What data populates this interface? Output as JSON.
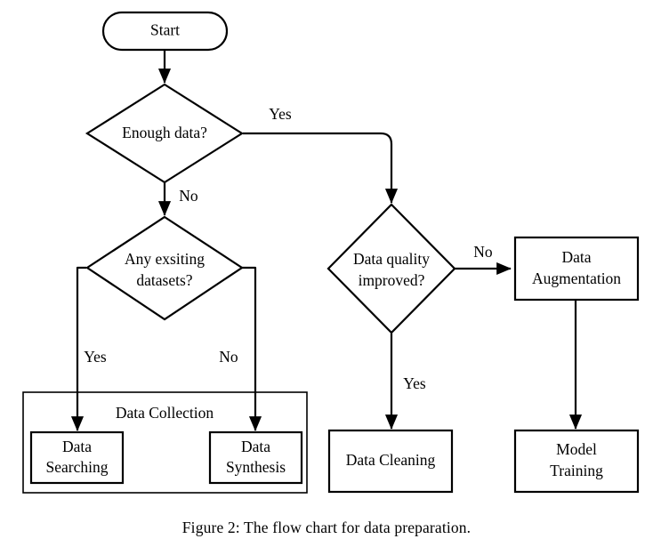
{
  "figure": {
    "caption": "Figure 2:  The flow chart for data preparation.",
    "colors": {
      "background": "#ffffff",
      "stroke": "#000000",
      "text": "#000000"
    }
  },
  "chart_data": {
    "type": "diagram",
    "title": "The flow chart for data preparation",
    "nodes": [
      {
        "id": "start",
        "label": "Start",
        "shape": "rounded-rectangle"
      },
      {
        "id": "enough-data",
        "label": "Enough data?",
        "shape": "diamond"
      },
      {
        "id": "any-datasets",
        "label": "Any exsiting\ndatasets?",
        "line1": "Any exsiting",
        "line2": "datasets?",
        "shape": "diamond"
      },
      {
        "id": "data-quality",
        "label": "Data quality\nimproved?",
        "line1": "Data quality",
        "line2": "improved?",
        "shape": "diamond"
      },
      {
        "id": "data-collection",
        "label": "Data Collection",
        "shape": "group-container"
      },
      {
        "id": "data-searching",
        "label": "Data\nSearching",
        "line1": "Data",
        "line2": "Searching",
        "shape": "rectangle"
      },
      {
        "id": "data-synthesis",
        "label": "Data\nSynthesis",
        "line1": "Data",
        "line2": "Synthesis",
        "shape": "rectangle"
      },
      {
        "id": "data-cleaning",
        "label": "Data Cleaning",
        "shape": "rectangle"
      },
      {
        "id": "data-augmentation",
        "label": "Data\nAugmentation",
        "line1": "Data",
        "line2": "Augmentation",
        "shape": "rectangle"
      },
      {
        "id": "model-training",
        "label": "Model\nTraining",
        "line1": "Model",
        "line2": "Training",
        "shape": "rectangle"
      }
    ],
    "edges": [
      {
        "from": "start",
        "to": "enough-data",
        "label": ""
      },
      {
        "from": "enough-data",
        "to": "data-quality",
        "label": "Yes"
      },
      {
        "from": "enough-data",
        "to": "any-datasets",
        "label": "No"
      },
      {
        "from": "any-datasets",
        "to": "data-searching",
        "label": "Yes"
      },
      {
        "from": "any-datasets",
        "to": "data-synthesis",
        "label": "No"
      },
      {
        "from": "data-quality",
        "to": "data-augmentation",
        "label": "No"
      },
      {
        "from": "data-quality",
        "to": "data-cleaning",
        "label": "Yes"
      },
      {
        "from": "data-augmentation",
        "to": "model-training",
        "label": ""
      }
    ],
    "edge_labels": {
      "enough_yes": "Yes",
      "enough_no": "No",
      "datasets_yes": "Yes",
      "datasets_no": "No",
      "quality_no": "No",
      "quality_yes": "Yes"
    }
  }
}
